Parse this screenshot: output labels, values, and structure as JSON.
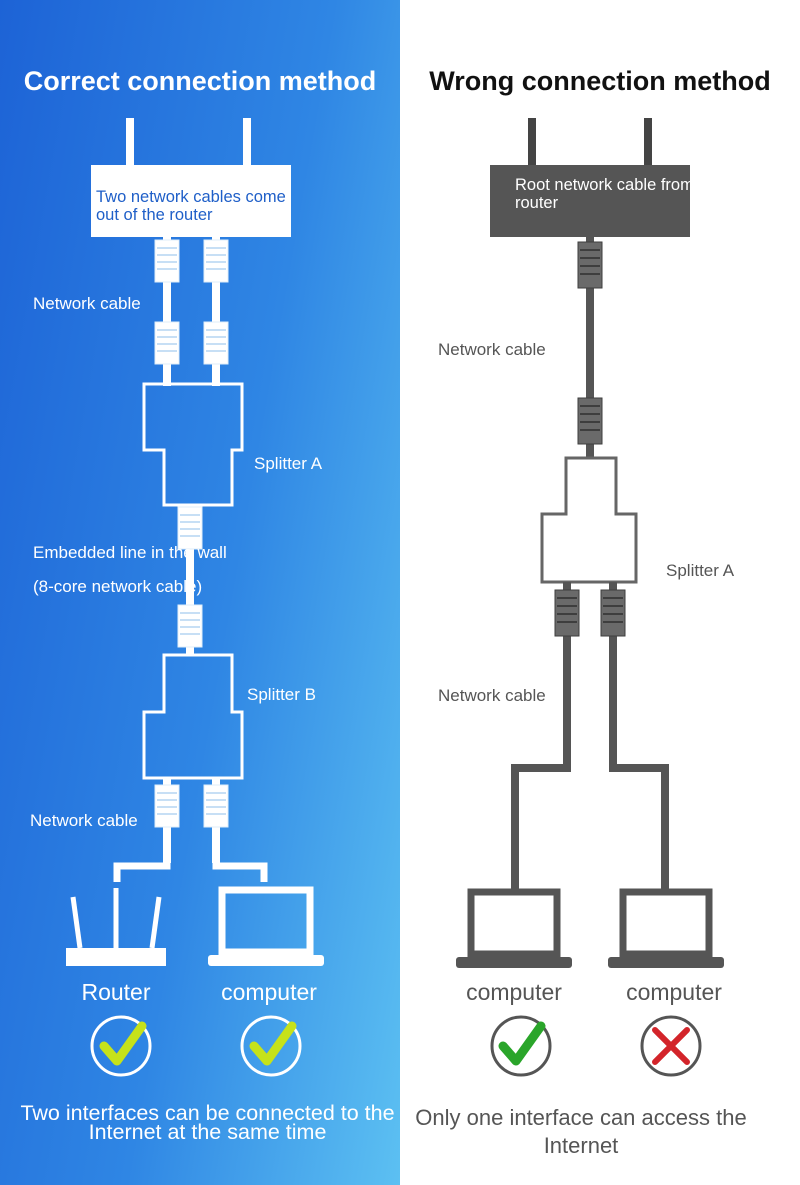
{
  "left": {
    "heading": "Correct connection method",
    "router_box": "Two network cables come out of the router",
    "network_cable_top": "Network cable",
    "splitter_a": "Splitter A",
    "embedded_line_1": "Embedded line in the wall",
    "embedded_line_2": "(8-core network cable)",
    "splitter_b": "Splitter B",
    "network_cable_bottom": "Network cable",
    "device_1": "Router",
    "device_2": "computer",
    "bottom_text": "Two interfaces can be connected to the Internet at the same time",
    "status_1": "check",
    "status_2": "check"
  },
  "right": {
    "heading": "Wrong connection method",
    "root_box": "Root network cable from router",
    "network_cable_top": "Network cable",
    "splitter_a": "Splitter A",
    "network_cable_bottom": "Network cable",
    "device_1": "computer",
    "device_2": "computer",
    "bottom_text": "Only one interface can access the Internet",
    "status_1": "check",
    "status_2": "cross"
  },
  "colors": {
    "left_gradient_start": "#1d63d6",
    "left_gradient_end": "#5cc0f2",
    "check_green": "#2aa52a",
    "check_yellow_green": "#c6e21a",
    "cross_red": "#d3242a",
    "cable_gray": "#555555"
  },
  "icons": [
    "router-icon",
    "laptop-icon",
    "check-icon",
    "cross-icon",
    "rj45-plug-icon",
    "splitter-icon"
  ]
}
